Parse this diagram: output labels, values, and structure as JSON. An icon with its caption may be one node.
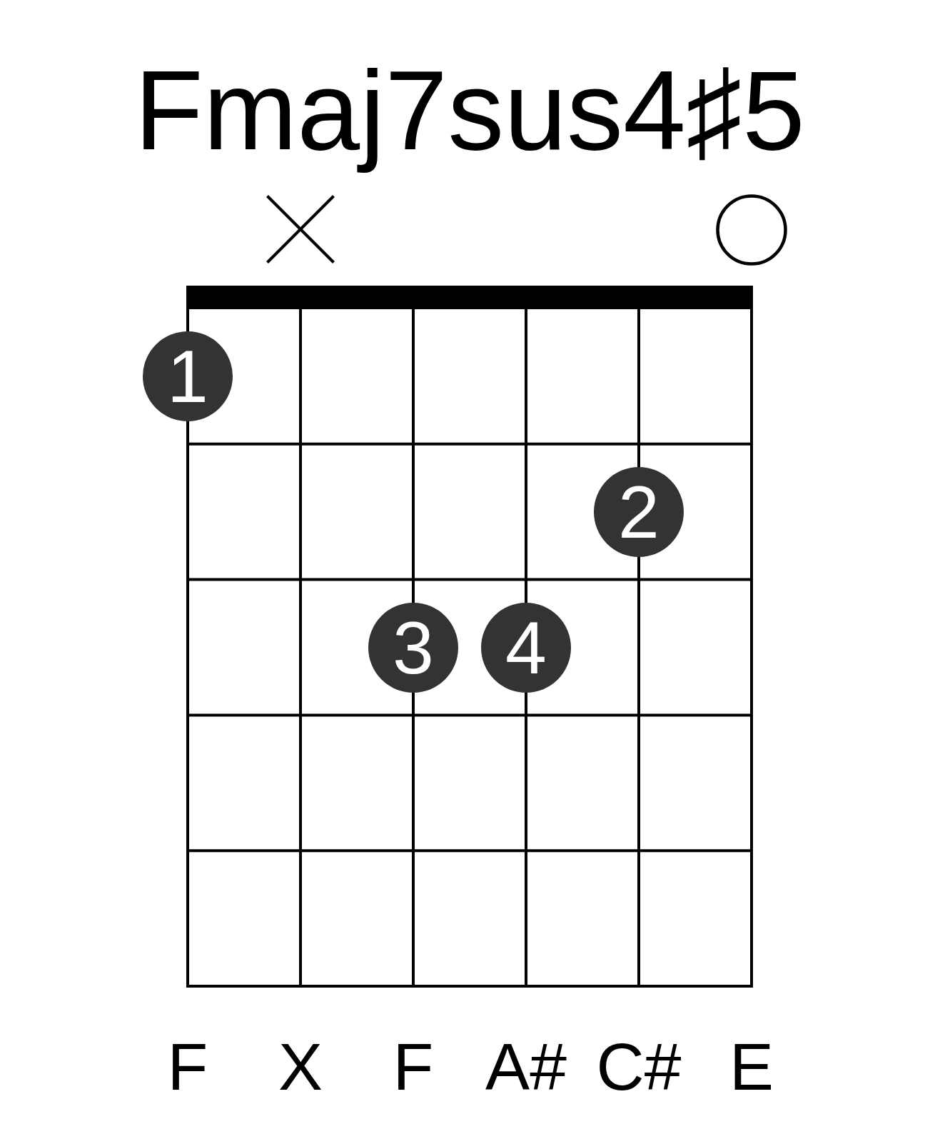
{
  "diagram": {
    "title": "Fmaj7sus4♯5",
    "nodes": [
      {
        "text": [
          "1"
        ]
      },
      {
        "text": [
          "2"
        ]
      },
      {
        "text": [
          "3"
        ]
      },
      {
        "text": [
          "4"
        ]
      }
    ],
    "labels": [
      "F",
      "X",
      "F",
      "A#",
      "C#",
      "E"
    ]
  }
}
